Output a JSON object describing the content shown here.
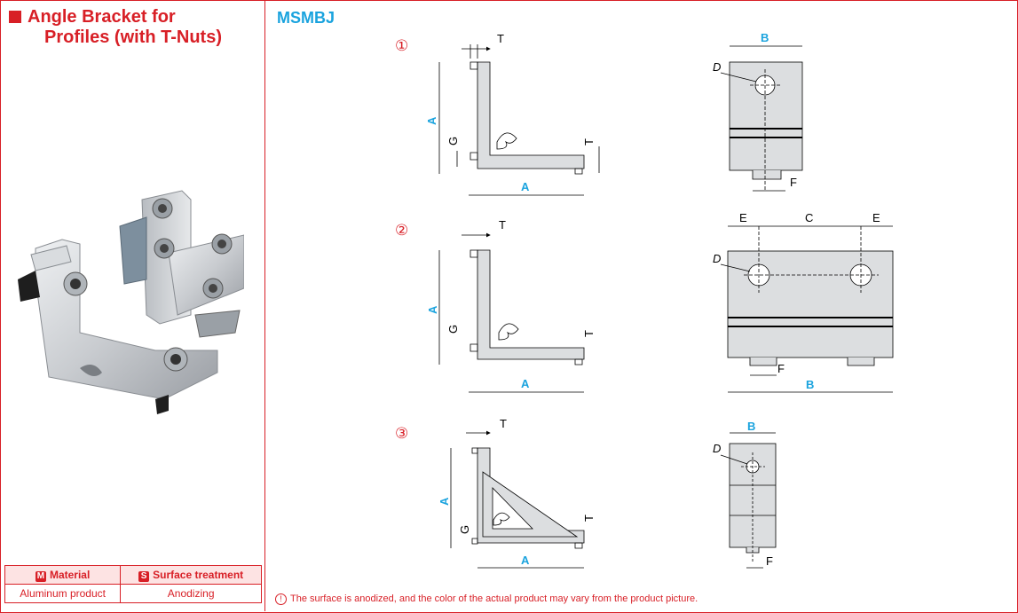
{
  "product": {
    "title_line1": "Angle Bracket for",
    "title_line2": "Profiles (with T-Nuts)",
    "model": "MSMBJ"
  },
  "spec_table": {
    "material_badge": "M",
    "material_label": "Material",
    "surface_badge": "S",
    "surface_label": "Surface treatment",
    "material_value": "Aluminum product",
    "surface_value": "Anodizing"
  },
  "drawings": {
    "type1": "①",
    "type2": "②",
    "type3": "③",
    "dims": {
      "A": "A",
      "B": "B",
      "C": "C",
      "D": "D",
      "E": "E",
      "F": "F",
      "G": "G",
      "T": "T"
    }
  },
  "note": "The surface is anodized, and the color of the actual product may vary from the product picture.",
  "colors": {
    "accent_red": "#d81f26",
    "dim_blue": "#1aa3de"
  }
}
